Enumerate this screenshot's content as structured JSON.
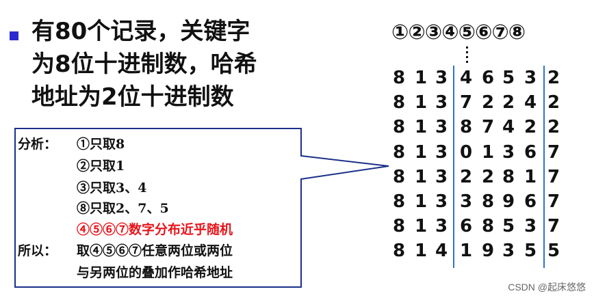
{
  "heading": {
    "lines": [
      "有80个记录，关键字",
      "为8位十进制数，哈希",
      "地址为2位十进制数"
    ]
  },
  "callout": {
    "label_analysis": "分析：",
    "items": [
      "①只取8",
      "②只取1",
      "③只取3、4",
      "⑧只取2、7、5"
    ],
    "highlight": "④⑤⑥⑦数字分布近乎随机",
    "label_conclusion": "所以：",
    "conclusion_lines": [
      "取④⑤⑥⑦任意两位或两位",
      "与另两位的叠加作哈希地址"
    ]
  },
  "column_header": "①②③④⑤⑥⑦⑧",
  "table": {
    "rows": [
      [
        "8",
        "1",
        "3",
        "4",
        "6",
        "5",
        "3",
        "2"
      ],
      [
        "8",
        "1",
        "3",
        "7",
        "2",
        "2",
        "4",
        "2"
      ],
      [
        "8",
        "1",
        "3",
        "8",
        "7",
        "4",
        "2",
        "2"
      ],
      [
        "8",
        "1",
        "3",
        "0",
        "1",
        "3",
        "6",
        "7"
      ],
      [
        "8",
        "1",
        "3",
        "2",
        "2",
        "8",
        "1",
        "7"
      ],
      [
        "8",
        "1",
        "3",
        "3",
        "8",
        "9",
        "6",
        "7"
      ],
      [
        "8",
        "1",
        "3",
        "6",
        "8",
        "5",
        "3",
        "7"
      ],
      [
        "8",
        "1",
        "4",
        "1",
        "9",
        "3",
        "5",
        "5"
      ]
    ]
  },
  "colors": {
    "bullet": "#2a2ad0",
    "separator": "#2f6fd6",
    "highlight": "#e8151b"
  },
  "watermark": "CSDN @起床悠悠"
}
